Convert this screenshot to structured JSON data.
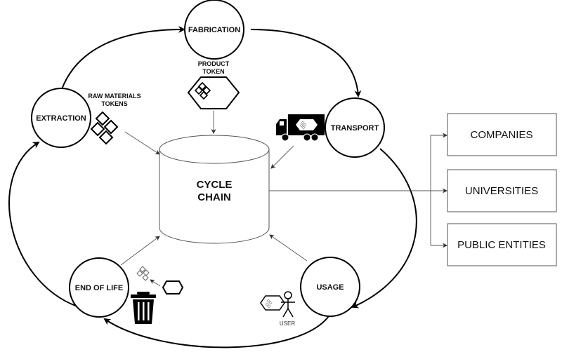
{
  "diagram": {
    "stages": [
      {
        "id": "extraction",
        "label": "EXTRACTION"
      },
      {
        "id": "fabrication",
        "label": "FABRICATION"
      },
      {
        "id": "transport",
        "label": "TRANSPORT"
      },
      {
        "id": "usage",
        "label": "USAGE"
      },
      {
        "id": "end_of_life",
        "label": "END OF LIFE"
      }
    ],
    "center": {
      "line1": "CYCLE",
      "line2": "CHAIN"
    },
    "tokens": {
      "raw_materials": {
        "line1": "RAW MATERIALS",
        "line2": "TOKENS"
      },
      "product": {
        "line1": "PRODUCT",
        "line2": "TOKEN"
      }
    },
    "user_label": "USER",
    "stakeholders": [
      {
        "label": "COMPANIES"
      },
      {
        "label": "UNIVERSITIES"
      },
      {
        "label": "PUBLIC ENTITIES"
      }
    ],
    "icons": [
      "diamond-token-icon",
      "hexagon-token-icon",
      "truck-icon",
      "trash-can-icon",
      "stick-figure-user-icon"
    ],
    "flow_order": [
      "extraction",
      "fabrication",
      "transport",
      "usage",
      "end_of_life",
      "extraction"
    ]
  }
}
